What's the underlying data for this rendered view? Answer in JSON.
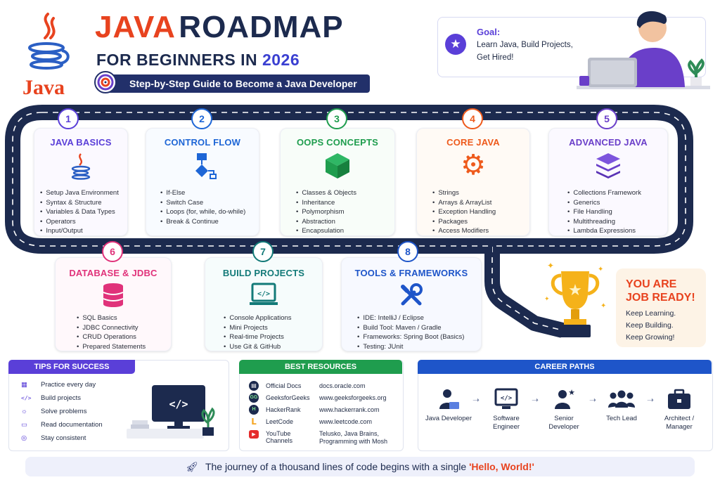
{
  "header": {
    "logo_label": "Java",
    "title_java": "JAVA",
    "title_roadmap": "ROADMAP",
    "subtitle_prefix": "FOR BEGINNERS IN",
    "subtitle_year": "2026",
    "banner": "Step-by-Step Guide to Become a Java Developer"
  },
  "goal": {
    "label": "Goal:",
    "lines": [
      "Learn Java, Build Projects,",
      "Get Hired!"
    ]
  },
  "steps": [
    {
      "num": "1",
      "title": "JAVA BASICS",
      "color": "#5a3fd8",
      "icon": "java-cup-icon",
      "items": [
        "Setup Java Environment",
        "Syntax & Structure",
        "Variables & Data Types",
        "Operators",
        "Input/Output"
      ]
    },
    {
      "num": "2",
      "title": "CONTROL FLOW",
      "color": "#1e66d6",
      "icon": "flowchart-icon",
      "items": [
        "If-Else",
        "Switch Case",
        "Loops (for, while, do-while)",
        "Break & Continue"
      ]
    },
    {
      "num": "3",
      "title": "OOPS CONCEPTS",
      "color": "#1f9d4e",
      "icon": "cube-icon",
      "items": [
        "Classes & Objects",
        "Inheritance",
        "Polymorphism",
        "Abstraction",
        "Encapsulation"
      ]
    },
    {
      "num": "4",
      "title": "CORE JAVA",
      "color": "#ee5a1c",
      "icon": "gear-icon",
      "items": [
        "Strings",
        "Arrays & ArrayList",
        "Exception Handling",
        "Packages",
        "Access Modifiers"
      ]
    },
    {
      "num": "5",
      "title": "ADVANCED JAVA",
      "color": "#6a3fc9",
      "icon": "layers-icon",
      "items": [
        "Collections Framework",
        "Generics",
        "File Handling",
        "Multithreading",
        "Lambda Expressions"
      ]
    },
    {
      "num": "6",
      "title": "DATABASE & JDBC",
      "color": "#e0327a",
      "icon": "database-icon",
      "items": [
        "SQL Basics",
        "JDBC Connectivity",
        "CRUD Operations",
        "Prepared Statements"
      ]
    },
    {
      "num": "7",
      "title": "BUILD PROJECTS",
      "color": "#137a78",
      "icon": "laptop-code-icon",
      "items": [
        "Console Applications",
        "Mini Projects",
        "Real-time Projects",
        "Use Git & GitHub"
      ]
    },
    {
      "num": "8",
      "title": "TOOLS & FRAMEWORKS",
      "color": "#1e55c9",
      "icon": "tools-icon",
      "items": [
        "IDE: IntelliJ / Eclipse",
        "Build Tool: Maven / Gradle",
        "Frameworks: Spring Boot (Basics)",
        "Testing: JUnit"
      ]
    }
  ],
  "job_ready": {
    "title_line1": "YOU ARE",
    "title_line2": "JOB READY!",
    "lines": [
      "Keep Learning.",
      "Keep Building.",
      "Keep Growing!"
    ]
  },
  "tips": {
    "header": "TIPS FOR SUCCESS",
    "items": [
      {
        "icon": "calendar-icon",
        "label": "Practice every day"
      },
      {
        "icon": "code-icon",
        "label": "Build projects"
      },
      {
        "icon": "lightbulb-icon",
        "label": "Solve problems"
      },
      {
        "icon": "book-icon",
        "label": "Read documentation"
      },
      {
        "icon": "target-icon",
        "label": "Stay consistent"
      }
    ]
  },
  "resources": {
    "header": "BEST RESOURCES",
    "items": [
      {
        "icon": "document-icon",
        "name": "Official Docs",
        "url": "docs.oracle.com",
        "url2": ""
      },
      {
        "icon": "gfg-icon",
        "name": "GeeksforGeeks",
        "url": "www.geeksforgeeks.org",
        "url2": ""
      },
      {
        "icon": "hackerrank-icon",
        "name": "HackerRank",
        "url": "www.hackerrank.com",
        "url2": ""
      },
      {
        "icon": "leetcode-icon",
        "name": "LeetCode",
        "url": "www.leetcode.com",
        "url2": ""
      },
      {
        "icon": "youtube-icon",
        "name": "YouTube Channels",
        "url": "Telusko, Java Brains,",
        "url2": "Programming with Mosh"
      }
    ]
  },
  "careers": {
    "header": "CAREER PATHS",
    "items": [
      {
        "icon": "developer-icon",
        "line1": "Java Developer",
        "line2": ""
      },
      {
        "icon": "software-icon",
        "line1": "Software",
        "line2": "Engineer"
      },
      {
        "icon": "senior-icon",
        "line1": "Senior",
        "line2": "Developer"
      },
      {
        "icon": "team-icon",
        "line1": "Tech Lead",
        "line2": ""
      },
      {
        "icon": "briefcase-icon",
        "line1": "Architect /",
        "line2": "Manager"
      }
    ]
  },
  "footer": {
    "text": "The journey of a thousand lines of code begins with a single",
    "highlight": "'Hello, World!'"
  }
}
